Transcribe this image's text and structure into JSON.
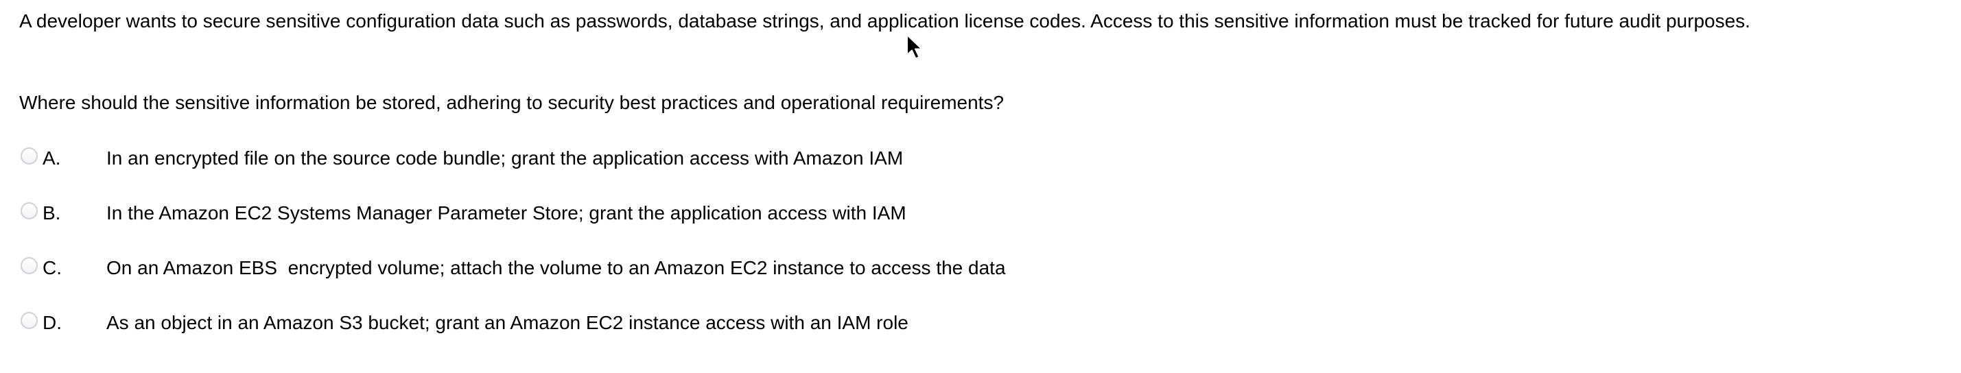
{
  "question": {
    "paragraph1": "A developer wants to secure sensitive configuration data such as passwords, database strings, and application license codes. Access to this sensitive information must be tracked for future audit purposes.",
    "paragraph2": "Where should the sensitive information be stored, adhering to security best practices and operational requirements?"
  },
  "options": [
    {
      "letter": "A.",
      "text": "In an encrypted file on the source code bundle; grant the application access with Amazon IAM",
      "selected": false
    },
    {
      "letter": "B.",
      "text": "In the Amazon EC2 Systems Manager Parameter Store; grant the application access with IAM",
      "selected": false
    },
    {
      "letter": "C.",
      "text": "On an Amazon EBS  encrypted volume; attach the volume to an Amazon EC2 instance to access the data",
      "selected": false
    },
    {
      "letter": "D.",
      "text": "As an object in an Amazon S3 bucket; grant an Amazon EC2 instance access with an IAM role",
      "selected": false
    }
  ],
  "colors": {
    "background": "#ffffff",
    "text": "#000000",
    "radio_border": "#d5d1d7"
  }
}
